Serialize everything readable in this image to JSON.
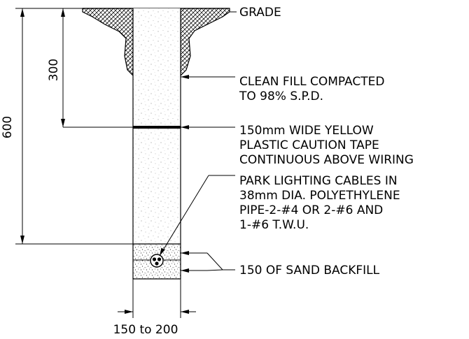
{
  "labels": {
    "grade": "GRADE",
    "clean_fill": [
      "CLEAN FILL COMPACTED",
      "TO 98% S.P.D."
    ],
    "caution_tape": [
      "150mm WIDE YELLOW",
      "PLASTIC CAUTION TAPE",
      "CONTINUOUS ABOVE WIRING"
    ],
    "cables": [
      "PARK LIGHTING CABLES IN",
      "38mm DIA. POLYETHYLENE",
      "PIPE-2-#4 OR 2-#6 AND",
      "1-#6 T.W.U."
    ],
    "sand": "150 OF SAND BACKFILL"
  },
  "dimensions": {
    "tape_depth": "300",
    "total_depth": "600",
    "trench_width": "150 to 200"
  }
}
